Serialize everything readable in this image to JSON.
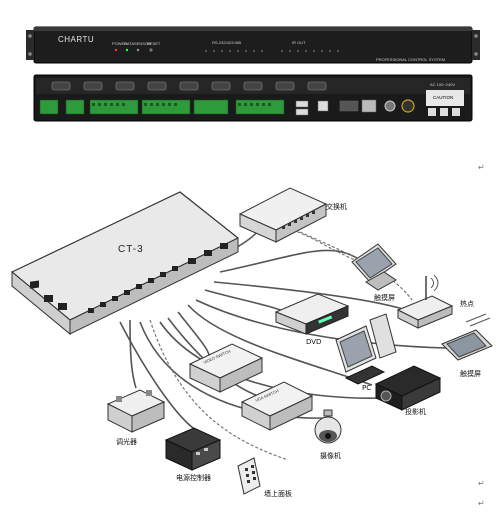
{
  "front_panel": {
    "brand": "CHARTU",
    "buttons": [
      "POWER",
      "DATA",
      "SENSOR",
      "RESET"
    ],
    "group_left": "RS-232/422/485",
    "group_right": "IR OUT",
    "footer": "PROFESSIONAL CONTROL SYSTEM"
  },
  "rear_panel": {
    "caution": "CAUTION",
    "label_a": "AC 100~240V"
  },
  "diagram": {
    "model": "CT-3",
    "labels": {
      "switch": "交换机",
      "touch_screen_1": "触摸屏",
      "hotspot": "热点",
      "touch_screen_2": "触摸屏",
      "dvd": "DVD",
      "pc": "PC",
      "projector": "投影机",
      "dimmer": "调光器",
      "camera": "摄像机",
      "power_controller": "电源控制器",
      "wall_panel": "墙上面板"
    },
    "matrix_labels": [
      "VIDEO SWITCH",
      "VGA SWITCH"
    ],
    "return_marks": [
      "↵",
      "↵",
      "↵"
    ]
  }
}
